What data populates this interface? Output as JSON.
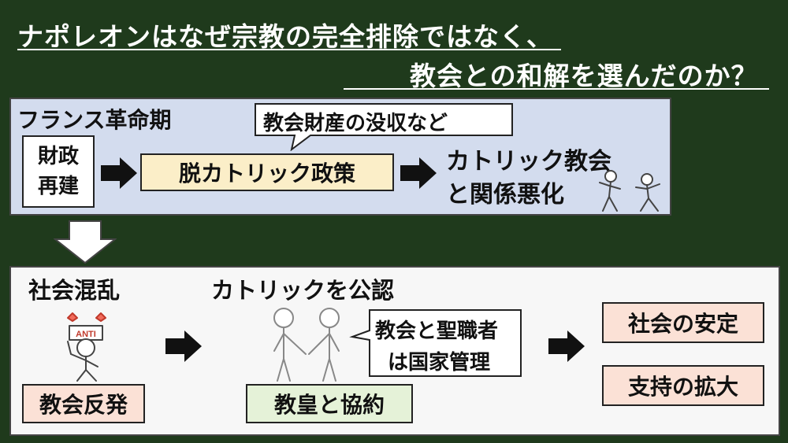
{
  "title": {
    "line1": "ナポレオンはなぜ宗教の完全排除ではなく、",
    "line2": "教会との和解を選んだのか？"
  },
  "top_panel": {
    "heading": "フランス革命期",
    "box_finance": [
      "財政",
      "再建"
    ],
    "box_policy": "脱カトリック政策",
    "speech": "教会財産の没収など",
    "result": [
      "カトリック教会",
      "と関係悪化"
    ]
  },
  "bottom_panel": {
    "social_chaos": "社会混乱",
    "anti_sign": "ANTI",
    "church_backlash": "教会反発",
    "recognize": "カトリックを公認",
    "speech": [
      "教会と聖職者",
      "は国家管理"
    ],
    "concordat": "教皇と協約",
    "stability": "社会の安定",
    "support": "支持の拡大"
  },
  "colors": {
    "background": "#1f3a1c",
    "top_panel": "#d3dcee",
    "policy_box": "#fbeec8",
    "pink_box": "#fbe1d6",
    "green_box": "#e5f2d8"
  }
}
